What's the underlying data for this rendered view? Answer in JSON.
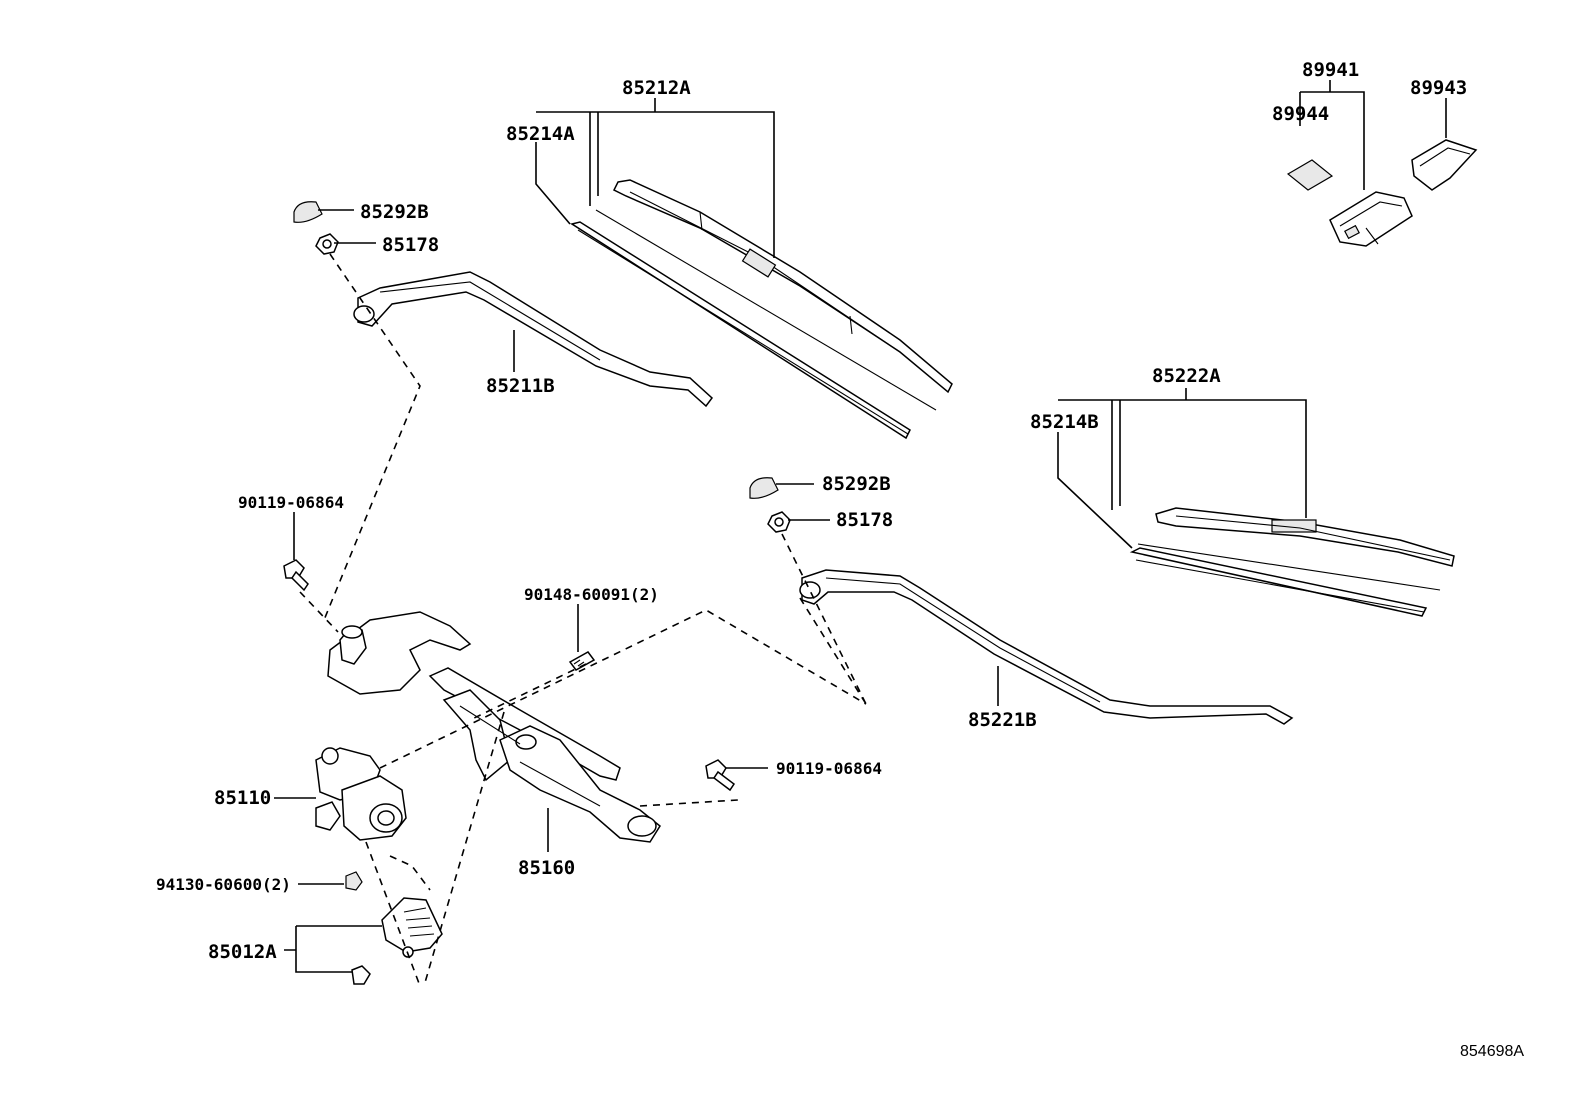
{
  "diagram": {
    "id_code": "854698A",
    "labels": {
      "p85212A": "85212A",
      "p85214A": "85214A",
      "p85292B_left": "85292B",
      "p85178_left": "85178",
      "p85211B": "85211B",
      "p89941": "89941",
      "p89944": "89944",
      "p89943": "89943",
      "p85222A": "85222A",
      "p85214B": "85214B",
      "p85292B_right": "85292B",
      "p85178_right": "85178",
      "p85221B": "85221B",
      "p90119_left": "90119-06864",
      "p90148": "90148-60091(2)",
      "p90119_right": "90119-06864",
      "p85110": "85110",
      "p85160": "85160",
      "p94130": "94130-60600(2)",
      "p85012A": "85012A"
    }
  }
}
